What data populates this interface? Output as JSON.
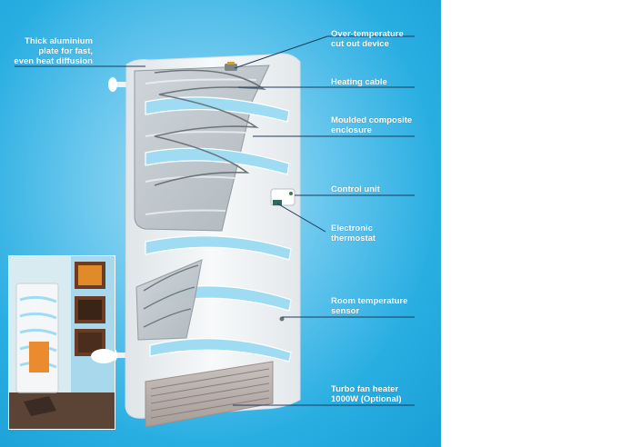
{
  "labels": {
    "plate": "Thick aluminium\nplate for fast,\neven heat diffusion",
    "overtemp": "Over-temperature\ncut out device",
    "cable": "Heating cable",
    "enclosure": "Moulded composite\nenclosure",
    "control": "Control unit",
    "thermostat": "Electronic\nthermostat",
    "sensor": "Room temperature\nsensor",
    "fan": "Turbo fan heater\n1000W (Optional)"
  },
  "colors": {
    "background": "#29aee2",
    "radiator": "#f3f6f7",
    "slots": "#9fdcf4",
    "leader_lines": "#1b3a5c",
    "label_text": "#ffffff"
  }
}
